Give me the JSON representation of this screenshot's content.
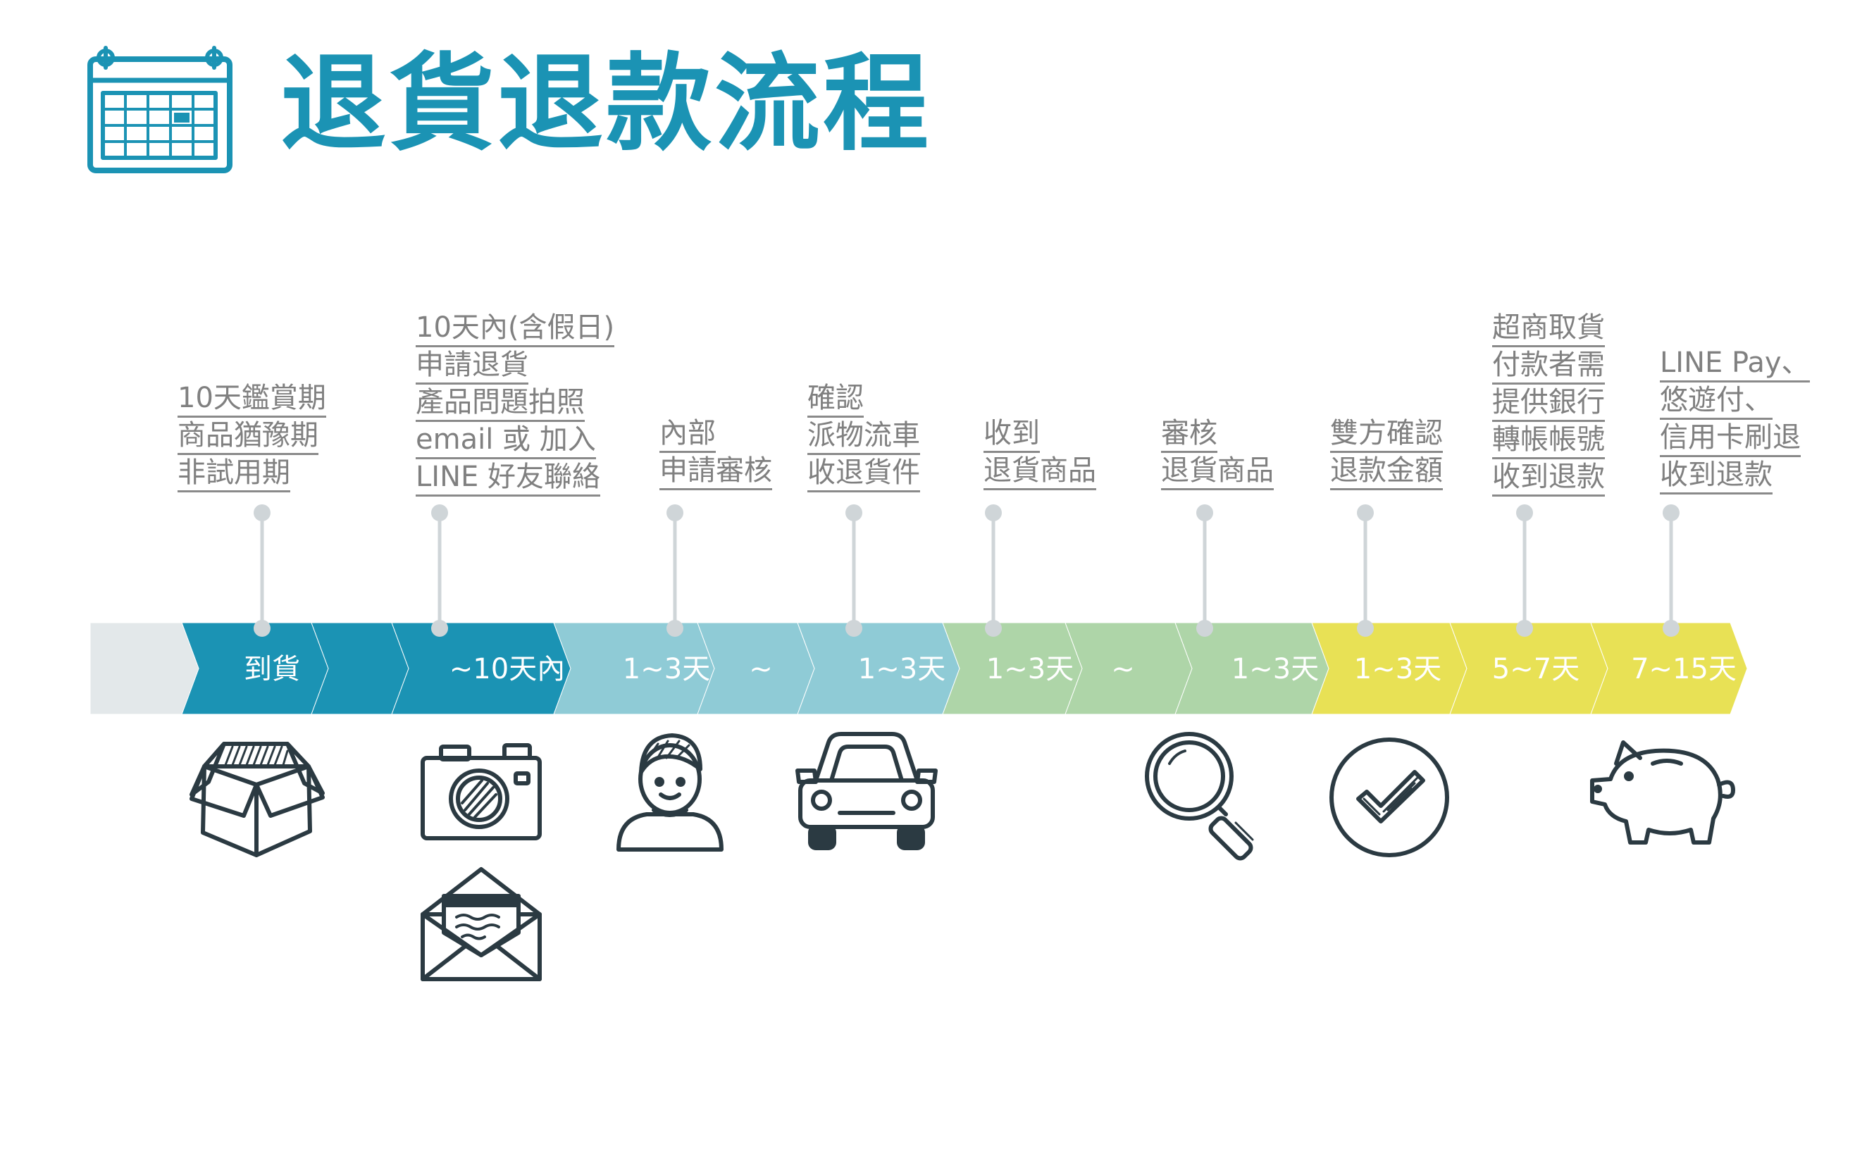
{
  "title": "退貨退款流程",
  "colors": {
    "title": "#1b93b4",
    "label_text": "#808080",
    "connector": "#cfd5d8",
    "icon_stroke": "#2b3a42",
    "segment_gray": "#e3e8ea",
    "segment_blue": "#1b93b4",
    "segment_lightblue": "#8fcbd6",
    "segment_green": "#aed5a8",
    "segment_yellow": "#e8e155"
  },
  "steps": [
    {
      "id": "appreciation",
      "lines": [
        "10天鑑賞期",
        "商品猶豫期",
        "非試用期"
      ]
    },
    {
      "id": "apply",
      "lines": [
        "10天內(含假日)",
        "申請退貨",
        "產品問題拍照",
        "email 或 加入",
        "LINE 好友聯絡"
      ]
    },
    {
      "id": "review",
      "lines": [
        "內部",
        "申請審核"
      ]
    },
    {
      "id": "pickup",
      "lines": [
        "確認",
        "派物流車",
        "收退貨件"
      ]
    },
    {
      "id": "receive",
      "lines": [
        "收到",
        "退貨商品"
      ]
    },
    {
      "id": "inspect",
      "lines": [
        "審核",
        "退貨商品"
      ]
    },
    {
      "id": "confirm",
      "lines": [
        "雙方確認",
        "退款金額"
      ]
    },
    {
      "id": "convenience",
      "lines": [
        "超商取貨",
        "付款者需",
        "提供銀行",
        "轉帳帳號",
        "收到退款"
      ]
    },
    {
      "id": "linepay",
      "lines": [
        "LINE Pay、",
        "悠遊付、",
        "信用卡刷退",
        "收到退款"
      ]
    }
  ],
  "segments": [
    {
      "text": "到貨"
    },
    {
      "text": "~10天內"
    },
    {
      "text": "1~3天"
    },
    {
      "text": "~"
    },
    {
      "text": "1~3天"
    },
    {
      "text": "1~3天"
    },
    {
      "text": "~"
    },
    {
      "text": "1~3天"
    },
    {
      "text": "1~3天"
    },
    {
      "text": "5~7天"
    },
    {
      "text": "7~15天"
    }
  ],
  "icons": [
    {
      "name": "box-icon"
    },
    {
      "name": "camera-icon"
    },
    {
      "name": "envelope-icon"
    },
    {
      "name": "person-icon"
    },
    {
      "name": "car-icon"
    },
    {
      "name": "magnifier-icon"
    },
    {
      "name": "checkmark-icon"
    },
    {
      "name": "piggy-bank-icon"
    }
  ]
}
